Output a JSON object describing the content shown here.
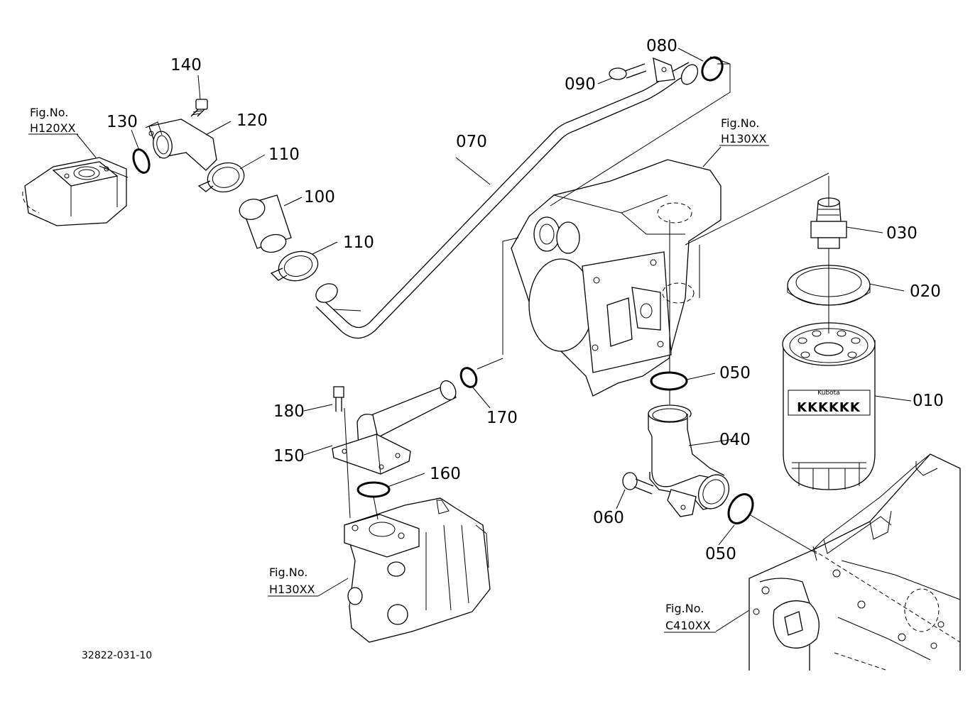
{
  "drawing_code": "32822-031-10",
  "parts": {
    "p010": "010",
    "p020": "020",
    "p030": "030",
    "p040": "040",
    "p050a": "050",
    "p050b": "050",
    "p060": "060",
    "p070": "070",
    "p080": "080",
    "p090": "090",
    "p100": "100",
    "p110a": "110",
    "p110b": "110",
    "p120": "120",
    "p130": "130",
    "p140": "140",
    "p150": "150",
    "p160": "160",
    "p170": "170",
    "p180": "180"
  },
  "figure_refs": {
    "h120": {
      "label": "Fig.No.",
      "code": "H120XX"
    },
    "h130_top": {
      "label": "Fig.No.",
      "code": "H130XX"
    },
    "h130_bottom": {
      "label": "Fig.No.",
      "code": "H130XX"
    },
    "c410": {
      "label": "Fig.No.",
      "code": "C410XX"
    }
  },
  "filter_brand_text": "Kubota"
}
